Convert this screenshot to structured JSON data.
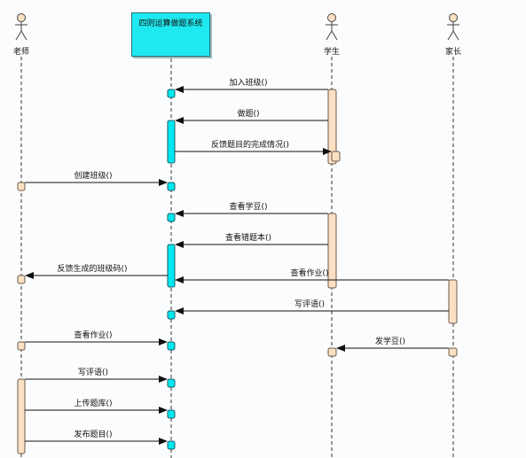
{
  "participants": {
    "teacher": "老师",
    "system": "四则运算做题系统",
    "student": "学生",
    "parent": "家长"
  },
  "messages": [
    {
      "id": "m1",
      "label": "加入班级()"
    },
    {
      "id": "m2",
      "label": "做题()"
    },
    {
      "id": "m3",
      "label": "反馈题目的完成情况()"
    },
    {
      "id": "m4",
      "label": "创建班级()"
    },
    {
      "id": "m5",
      "label": "查看学豆()"
    },
    {
      "id": "m6",
      "label": "查看错题本()"
    },
    {
      "id": "m7",
      "label": "反馈生成的班级码()"
    },
    {
      "id": "m8",
      "label": "查看作业()"
    },
    {
      "id": "m9",
      "label": "写评语()"
    },
    {
      "id": "m10",
      "label": "查看作业()"
    },
    {
      "id": "m11",
      "label": "发学豆()"
    },
    {
      "id": "m12",
      "label": "写评语()"
    },
    {
      "id": "m13",
      "label": "上传题库()"
    },
    {
      "id": "m14",
      "label": "发布题目()"
    }
  ],
  "colors": {
    "system_fill": "#1ee9f0",
    "activation_cyan": "#00e8f0",
    "activation_peach": "#fbe0c4",
    "line": "#222222"
  }
}
